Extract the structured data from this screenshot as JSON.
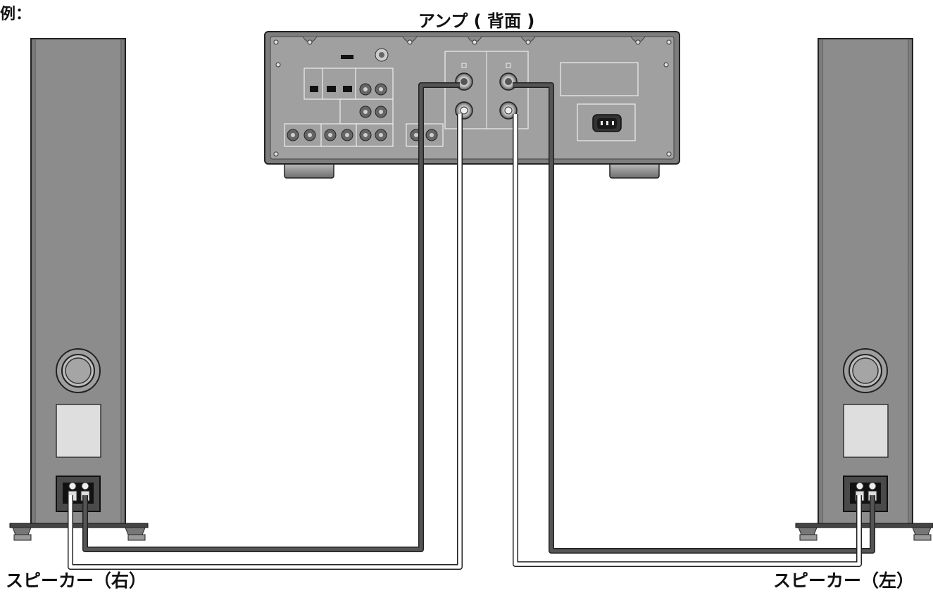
{
  "labels": {
    "example": "例：",
    "amplifier": "アンプ ( 背面 )",
    "speaker_right": "スピーカー（右）",
    "speaker_left": "スピーカー（左）"
  },
  "colors": {
    "cabinet": "#8a8a8a",
    "cable_dark": "#555555",
    "cable_light": "#ffffff",
    "amp_panel": "#9a9a9a"
  }
}
